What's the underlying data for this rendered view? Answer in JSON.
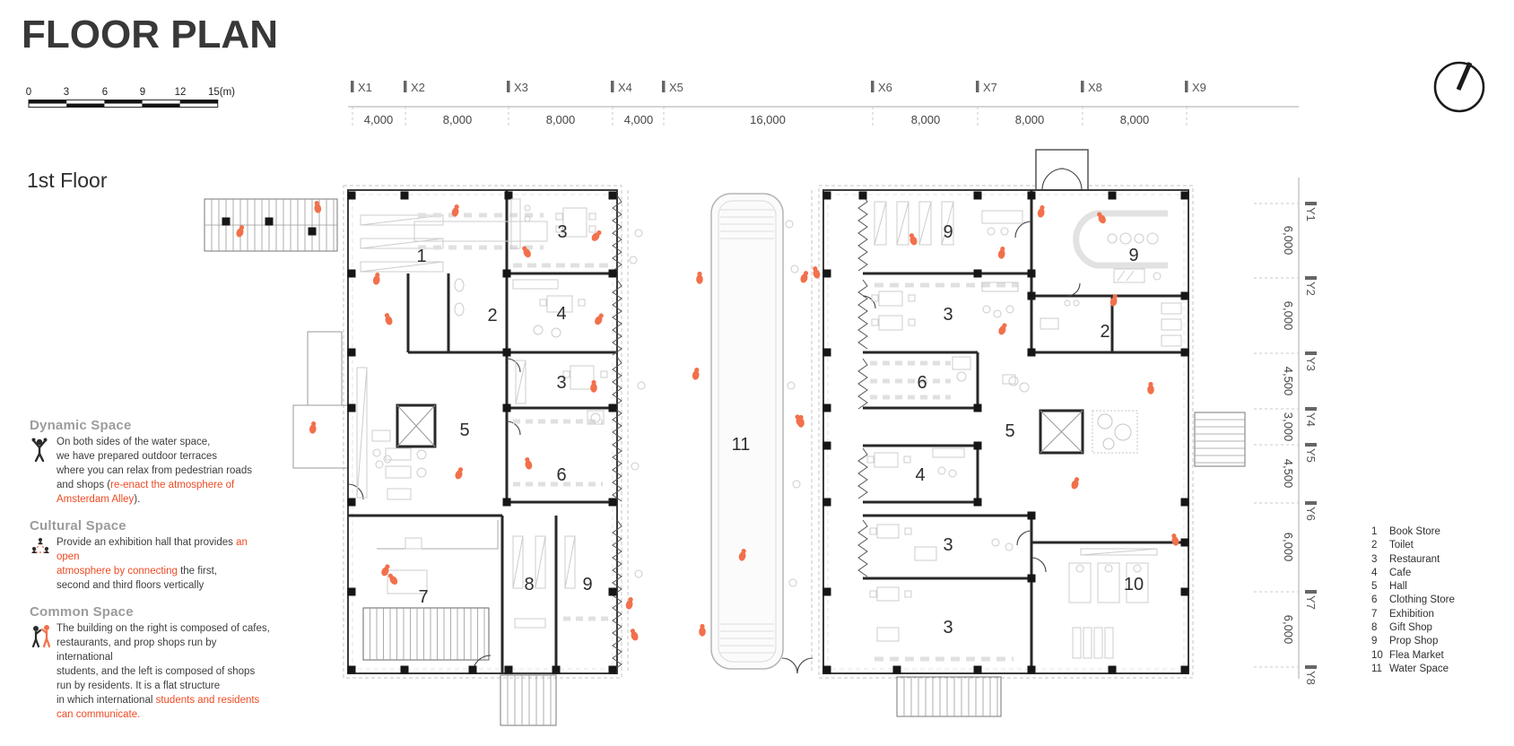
{
  "title": "FLOOR PLAN",
  "floor_label": "1st Floor",
  "compass": {
    "icon": "north-arrow"
  },
  "scale_bar": {
    "tick_labels": [
      "0",
      "3",
      "6",
      "9",
      "12",
      "15(m)"
    ]
  },
  "grid": {
    "x_labels": [
      "X1",
      "X2",
      "X3",
      "X4",
      "X5",
      "X6",
      "X7",
      "X8",
      "X9"
    ],
    "x_dims": [
      "4,000",
      "8,000",
      "8,000",
      "4,000",
      "16,000",
      "8,000",
      "8,000",
      "8,000"
    ],
    "y_labels": [
      "Y1",
      "Y2",
      "Y3",
      "Y4",
      "Y5",
      "Y6",
      "Y7",
      "Y8"
    ],
    "y_dims": [
      "6,000",
      "6,000",
      "4,500",
      "3,000",
      "4,500",
      "6,000",
      "6,000"
    ]
  },
  "sections": [
    {
      "heading": "Dynamic Space",
      "icon": "cheering-person-icon",
      "body": [
        {
          "t": "On both sides of the water space,\nwe have prepared outdoor terraces\nwhere you can relax from pedestrian roads\nand shops ("
        },
        {
          "t": "re-enact the atmosphere of\nAmsterdam Alley",
          "c": "accent"
        },
        {
          "t": ")."
        }
      ]
    },
    {
      "heading": "Cultural Space",
      "icon": "group-network-icon",
      "body": [
        {
          "t": "Provide an exhibition hall that provides "
        },
        {
          "t": "an open\natmosphere by connecting",
          "c": "accent"
        },
        {
          "t": " the first,\nsecond and third floors vertically"
        }
      ]
    },
    {
      "heading": "Common Space",
      "icon": "holding-hands-icon",
      "body": [
        {
          "t": "The building on the right is composed of cafes,\nrestaurants, and prop shops run by international\nstudents, and the left is composed of shops\nrun by residents. It is a flat structure\nin which international "
        },
        {
          "t": "students and residents\ncan communicate.",
          "c": "accent"
        }
      ]
    }
  ],
  "legend": {
    "items": [
      {
        "num": "1",
        "label": "Book Store"
      },
      {
        "num": "2",
        "label": "Toilet"
      },
      {
        "num": "3",
        "label": "Restaurant"
      },
      {
        "num": "4",
        "label": "Cafe"
      },
      {
        "num": "5",
        "label": "Hall"
      },
      {
        "num": "6",
        "label": "Clothing Store"
      },
      {
        "num": "7",
        "label": "Exhibition"
      },
      {
        "num": "8",
        "label": "Gift Shop"
      },
      {
        "num": "9",
        "label": "Prop Shop"
      },
      {
        "num": "10",
        "label": "Flea Market"
      },
      {
        "num": "11",
        "label": "Water Space"
      }
    ]
  },
  "plan": {
    "room_labels": [
      "1",
      "3",
      "2",
      "4",
      "3",
      "5",
      "6",
      "7",
      "8",
      "9",
      "11",
      "9",
      "3",
      "6",
      "5",
      "4",
      "3",
      "3",
      "9",
      "2",
      "10"
    ]
  },
  "colors": {
    "accent": "#ee4a23",
    "figures": "#f2704b"
  }
}
